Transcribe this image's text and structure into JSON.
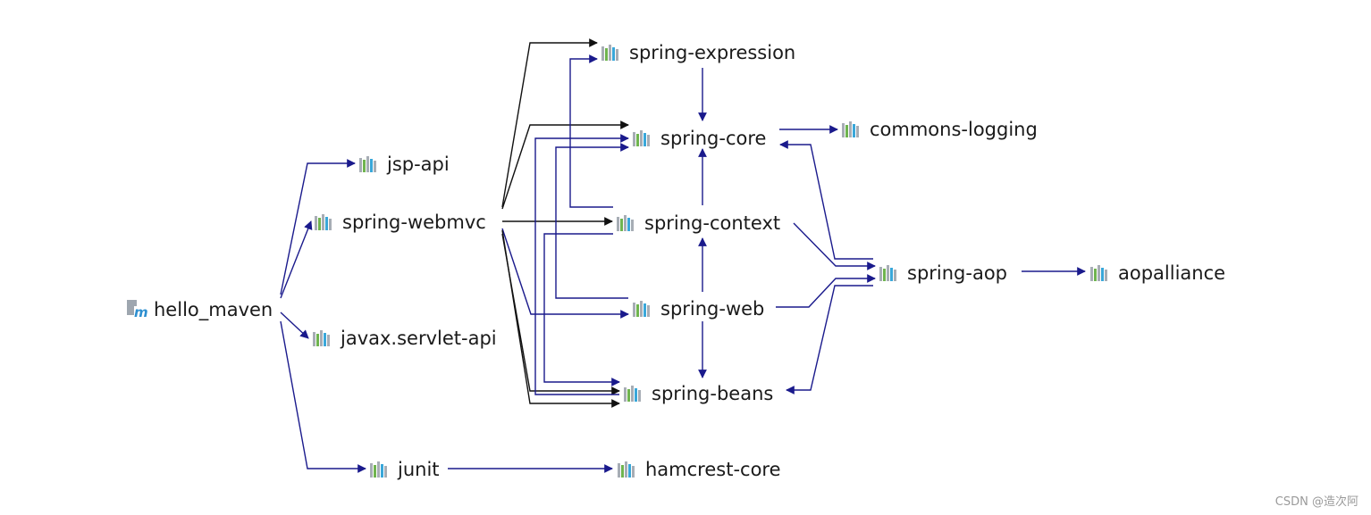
{
  "diagram": {
    "root": {
      "id": "hello_maven",
      "label": "hello_maven",
      "icon": "maven-module-icon"
    },
    "nodes": [
      {
        "id": "jsp-api",
        "label": "jsp-api",
        "icon": "library-icon"
      },
      {
        "id": "spring-webmvc",
        "label": "spring-webmvc",
        "icon": "library-icon"
      },
      {
        "id": "javax.servlet-api",
        "label": "javax.servlet-api",
        "icon": "library-icon"
      },
      {
        "id": "junit",
        "label": "junit",
        "icon": "library-icon"
      },
      {
        "id": "hamcrest-core",
        "label": "hamcrest-core",
        "icon": "library-icon"
      },
      {
        "id": "spring-expression",
        "label": "spring-expression",
        "icon": "library-icon"
      },
      {
        "id": "spring-core",
        "label": "spring-core",
        "icon": "library-icon"
      },
      {
        "id": "commons-logging",
        "label": "commons-logging",
        "icon": "library-icon"
      },
      {
        "id": "spring-context",
        "label": "spring-context",
        "icon": "library-icon"
      },
      {
        "id": "spring-web",
        "label": "spring-web",
        "icon": "library-icon"
      },
      {
        "id": "spring-beans",
        "label": "spring-beans",
        "icon": "library-icon"
      },
      {
        "id": "spring-aop",
        "label": "spring-aop",
        "icon": "library-icon"
      },
      {
        "id": "aopalliance",
        "label": "aopalliance",
        "icon": "library-icon"
      }
    ],
    "edges": [
      {
        "from": "hello_maven",
        "to": "jsp-api",
        "kind": "blue"
      },
      {
        "from": "hello_maven",
        "to": "spring-webmvc",
        "kind": "blue"
      },
      {
        "from": "hello_maven",
        "to": "javax.servlet-api",
        "kind": "blue"
      },
      {
        "from": "hello_maven",
        "to": "junit",
        "kind": "blue"
      },
      {
        "from": "junit",
        "to": "hamcrest-core",
        "kind": "blue"
      },
      {
        "from": "spring-webmvc",
        "to": "spring-expression",
        "kind": "black"
      },
      {
        "from": "spring-webmvc",
        "to": "spring-core",
        "kind": "black"
      },
      {
        "from": "spring-webmvc",
        "to": "spring-context",
        "kind": "black"
      },
      {
        "from": "spring-webmvc",
        "to": "spring-web",
        "kind": "blue"
      },
      {
        "from": "spring-webmvc",
        "to": "spring-beans",
        "kind": "black"
      },
      {
        "from": "spring-webmvc",
        "to": "spring-aop",
        "kind": "black"
      },
      {
        "from": "spring-expression",
        "to": "spring-core",
        "kind": "blue"
      },
      {
        "from": "spring-core",
        "to": "commons-logging",
        "kind": "blue"
      },
      {
        "from": "spring-context",
        "to": "spring-expression",
        "kind": "blue"
      },
      {
        "from": "spring-context",
        "to": "spring-core",
        "kind": "blue"
      },
      {
        "from": "spring-context",
        "to": "spring-beans",
        "kind": "blue"
      },
      {
        "from": "spring-context",
        "to": "spring-aop",
        "kind": "blue"
      },
      {
        "from": "spring-web",
        "to": "spring-core",
        "kind": "blue"
      },
      {
        "from": "spring-web",
        "to": "spring-context",
        "kind": "blue"
      },
      {
        "from": "spring-web",
        "to": "spring-beans",
        "kind": "blue"
      },
      {
        "from": "spring-web",
        "to": "spring-aop",
        "kind": "blue"
      },
      {
        "from": "spring-beans",
        "to": "spring-core",
        "kind": "blue"
      },
      {
        "from": "spring-aop",
        "to": "spring-core",
        "kind": "blue"
      },
      {
        "from": "spring-aop",
        "to": "spring-beans",
        "kind": "blue"
      },
      {
        "from": "spring-aop",
        "to": "aopalliance",
        "kind": "blue"
      }
    ]
  },
  "watermark": "CSDN @造次阿",
  "colors": {
    "edge_blue": "#1a1a8c",
    "edge_black": "#111111",
    "text": "#1a1a1a"
  }
}
